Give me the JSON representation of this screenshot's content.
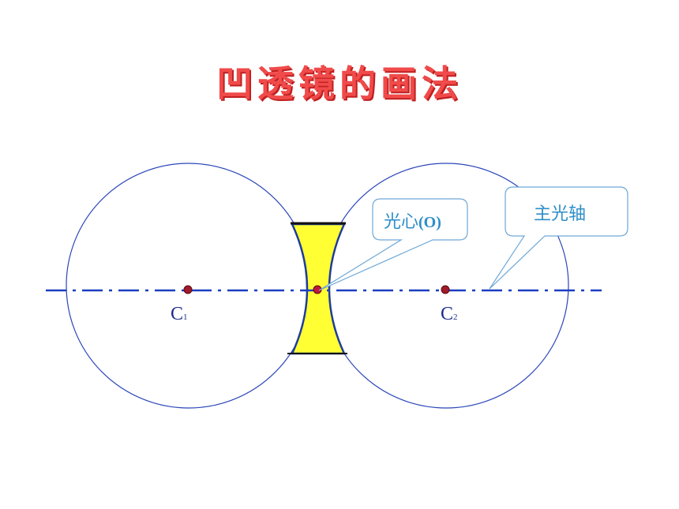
{
  "title": "凹透镜的画法",
  "labels": {
    "c1_main": "C",
    "c1_sub": "1",
    "c2_main": "C",
    "c2_sub": "2",
    "optical_center_main": "光心",
    "optical_center_paren": "(O)",
    "principal_axis": "主光轴"
  },
  "colors": {
    "title": "#f04a4a",
    "axis": "#1a3fc0",
    "circle": "#2a46b8",
    "lens_fill": "#ffff33",
    "lens_edge": "#1f3d9a",
    "point": "#a01b2b",
    "callout_border": "#6fa8d6",
    "callout_text": "#2e8ec8"
  }
}
